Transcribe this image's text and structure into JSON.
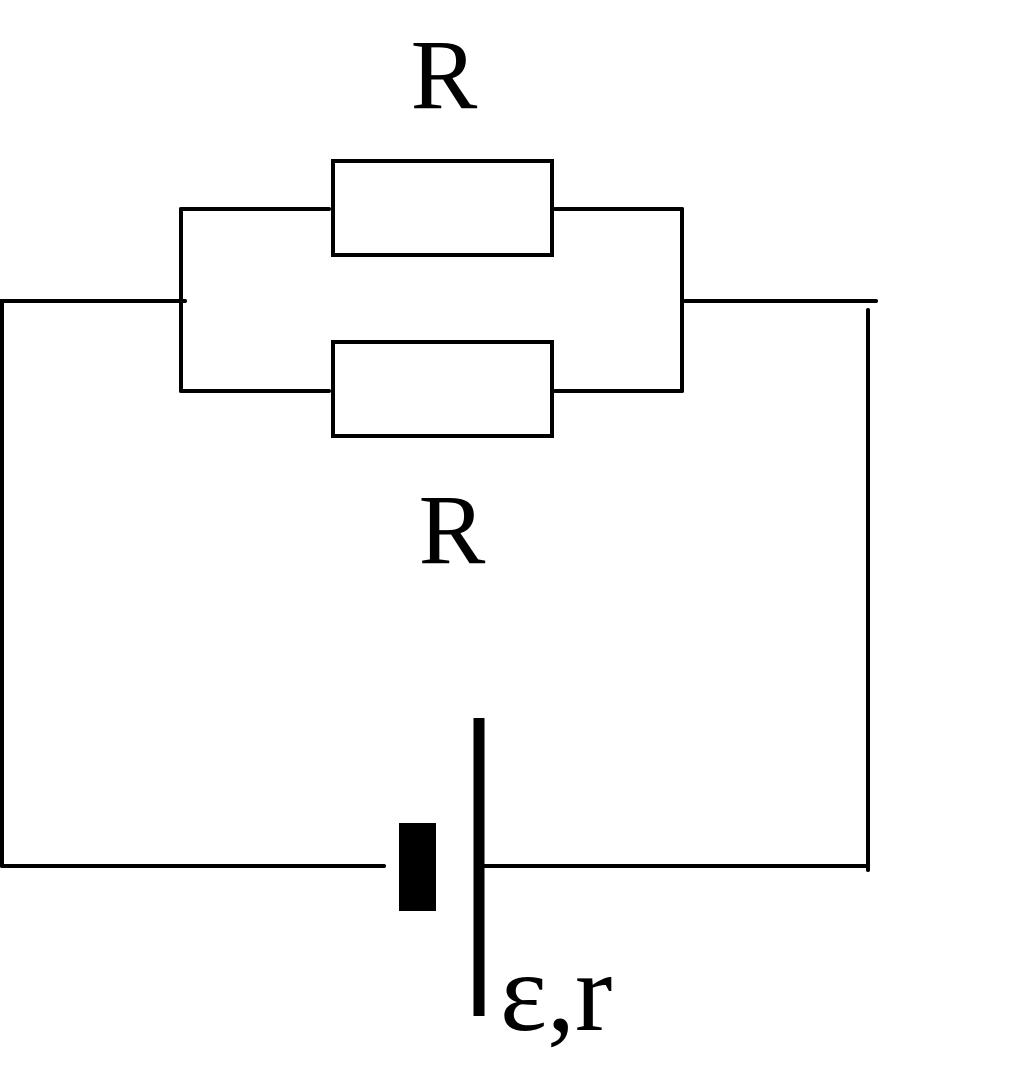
{
  "diagram": {
    "type": "circuit",
    "components": {
      "resistor_top": {
        "label": "R"
      },
      "resistor_bottom": {
        "label": "R"
      },
      "battery": {
        "label": "ε,r"
      }
    },
    "colors": {
      "stroke": "#000000",
      "background": "#ffffff"
    }
  }
}
